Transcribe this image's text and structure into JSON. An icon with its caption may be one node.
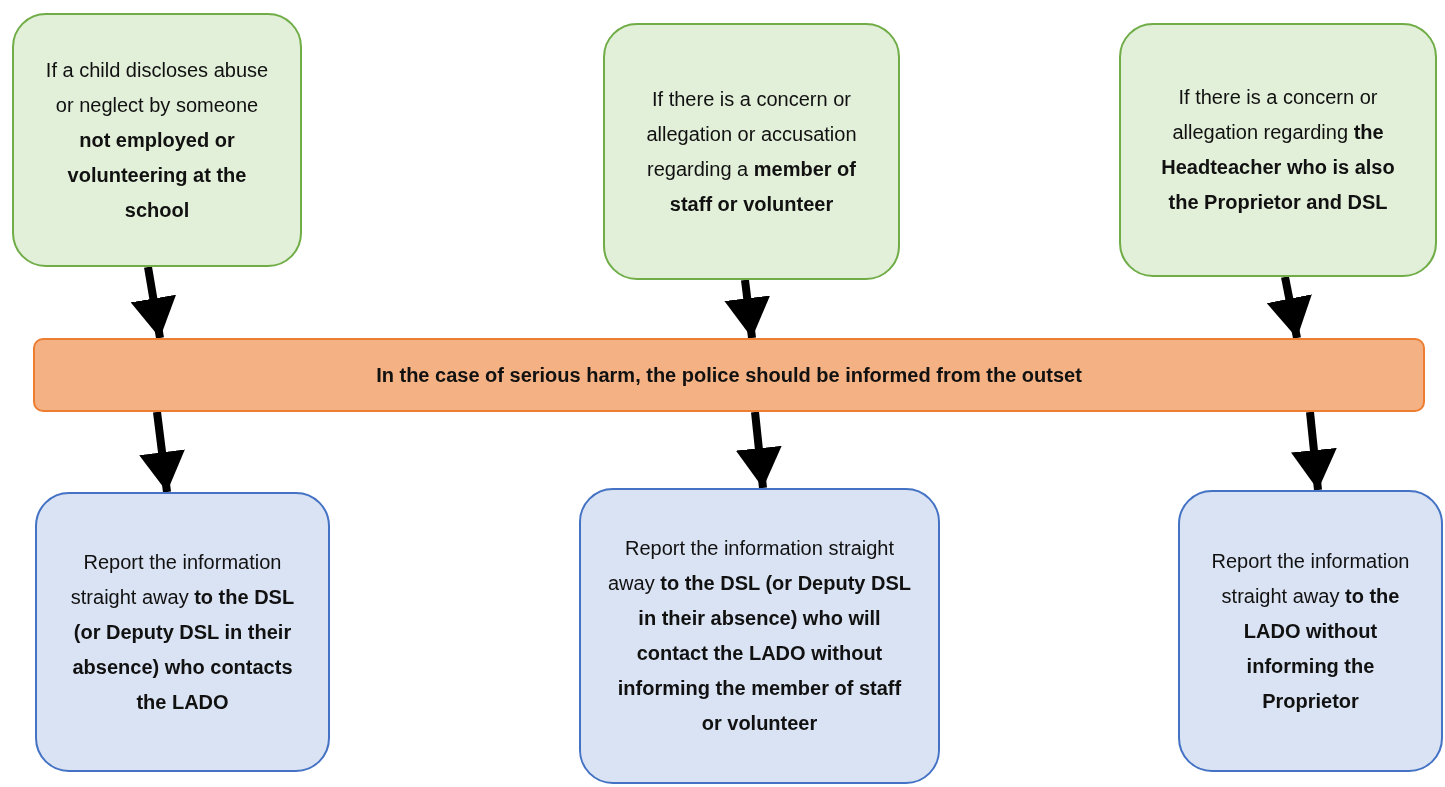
{
  "diagram": {
    "nodes": [
      {
        "text": [
          "If a child discloses abuse or neglect by someone **not employed or volunteering at the school**"
        ]
      },
      {
        "text": [
          "If there is a concern or allegation or accusation regarding a **member of staff or volunteer**"
        ]
      },
      {
        "text": [
          "If there is a concern or allegation regarding **the Headteacher who is also the Proprietor and DSL**"
        ]
      },
      {
        "text": [
          "In the case of serious harm, the police should be informed from the outset"
        ]
      },
      {
        "text": [
          "Report the information straight away **to the DSL (or Deputy DSL in their absence) who contacts the LADO**"
        ]
      },
      {
        "text": [
          "Report the information straight away **to the DSL (or Deputy DSL in their absence) who will contact the LADO without informing the member of staff or volunteer**"
        ]
      },
      {
        "text": [
          "Report the information straight away **to the LADO without informing the Proprietor**"
        ]
      }
    ],
    "edges": [
      {
        "from": 0,
        "to": 3,
        "arrow": "to"
      },
      {
        "from": 1,
        "to": 3,
        "arrow": "to"
      },
      {
        "from": 2,
        "to": 3,
        "arrow": "to"
      },
      {
        "from": 3,
        "to": 4,
        "arrow": "to"
      },
      {
        "from": 3,
        "to": 5,
        "arrow": "to"
      },
      {
        "from": 3,
        "to": 6,
        "arrow": "to"
      }
    ]
  }
}
